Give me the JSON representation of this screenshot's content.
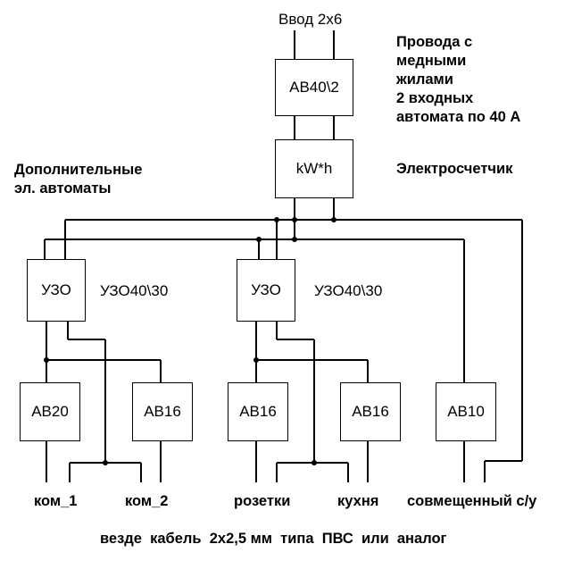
{
  "input": {
    "label": "Ввод 2х6"
  },
  "main_breaker": {
    "label": "АВ40\\2"
  },
  "meter": {
    "label": "kW*h"
  },
  "notes": {
    "wires": [
      "Провода с",
      "медными",
      "жилами",
      "2 входных",
      "автомата по 40 А"
    ],
    "meter": "Электросчетчик",
    "extra_breakers": [
      "Дополнительные",
      "эл. автоматы"
    ]
  },
  "rcd_left": {
    "label": "УЗО",
    "rating": "УЗО40\\30"
  },
  "rcd_right": {
    "label": "УЗО",
    "rating": "УЗО40\\30"
  },
  "breakers": [
    {
      "label": "АВ20",
      "circuit": "ком_1"
    },
    {
      "label": "АВ16",
      "circuit": "ком_2"
    },
    {
      "label": "АВ16",
      "circuit": "розетки"
    },
    {
      "label": "АВ16",
      "circuit": "кухня"
    },
    {
      "label": "АВ10",
      "circuit": "совмещенный с/у"
    }
  ],
  "footer": "везде  кабель  2х2,5 мм  типа  ПВС  или  аналог"
}
